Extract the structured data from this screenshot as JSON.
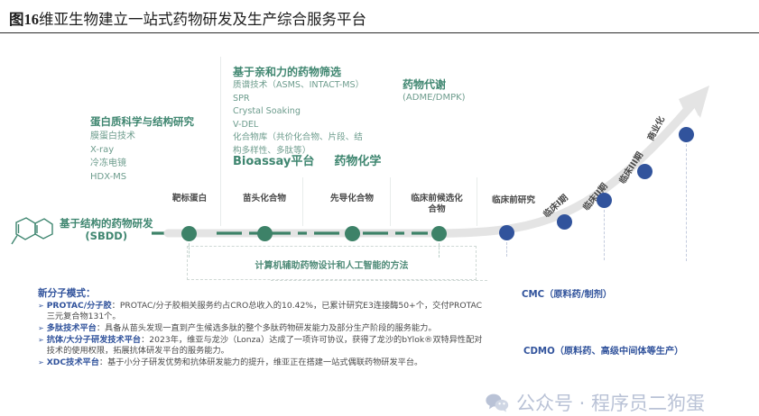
{
  "figure": {
    "number": "图16",
    "title": "维亚生物建立一站式药物研发及生产综合服务平台"
  },
  "colors": {
    "green": "#3d8268",
    "green_text": "#3f8670",
    "green_body": "#6d9c8d",
    "blue": "#31539c",
    "curve": "#e2e2e2",
    "label_gray": "#4a4a4a"
  },
  "sbdd": {
    "icon": "molecule-structure-icon",
    "label_line1": "基于结构的药物研发",
    "label_line2": "(SBDD)"
  },
  "capability_blocks": [
    {
      "title": "蛋白质科学与结构研究",
      "items": [
        "膜蛋白技术",
        "X-ray",
        "冷冻电镜",
        "HDX-MS"
      ]
    },
    {
      "title": "基于亲和力的药物筛选",
      "items": [
        "质谱技术（ASMS、INTACT-MS）",
        "SPR",
        "Crystal Soaking",
        "V-DEL",
        "化合物库（共价化合物、片段、结",
        "构多样性、多肽等）"
      ]
    },
    {
      "title": "药物代谢",
      "items": [
        "(ADME/DMPK)"
      ]
    }
  ],
  "platform_tags": [
    "Bioassay平台",
    "药物化学"
  ],
  "cad_note": "计算机辅助药物设计和人工智能的方法",
  "milestones_green": [
    {
      "label": "靶标蛋白"
    },
    {
      "label": "苗头化合物"
    },
    {
      "label": "先导化合物"
    },
    {
      "label": "临床前候选化\n合物"
    }
  ],
  "milestones_blue": [
    {
      "label": "临床前研究"
    },
    {
      "label": "临床I期"
    },
    {
      "label": "临床II期"
    },
    {
      "label": "临床III期"
    },
    {
      "label": "商业化"
    }
  ],
  "service_labels": [
    {
      "label": "CMC（原料药/制剂）"
    },
    {
      "label": "CDMO（原料药、高级中间体等生产）"
    }
  ],
  "notes": {
    "title": "新分子模式：",
    "bullets": [
      {
        "marker": "➢",
        "bold": "PROTAC/分子胶",
        "rest": "：PROTAC/分子胶相关服务约占CRO总收入的10.42%，已累计研究E3连接酶50+个，交付PROTAC三元复合物131个。"
      },
      {
        "marker": "➢",
        "bold": "多肽技术平台",
        "rest": "：具备从苗头发现一直到产生候选多肽的整个多肽药物研发能力及部分生产阶段的服务能力。"
      },
      {
        "marker": "➢",
        "bold": "抗体/大分子研发技术平台",
        "rest": "：2023年，维亚与龙沙（Lonza）达成了一项许可协议，获得了龙沙的bYlok®双特异性配对技术的使用权限，拓展抗体研发平台的服务能力。"
      },
      {
        "marker": "➢",
        "bold": "XDC技术平台",
        "rest": "：基于小分子研发优势和抗体研发能力的提升，维亚正在搭建一站式偶联药物研发平台。"
      }
    ]
  },
  "watermark": {
    "icon": "wechat-icon",
    "text": "公众号 · 程序员二狗蛋"
  }
}
